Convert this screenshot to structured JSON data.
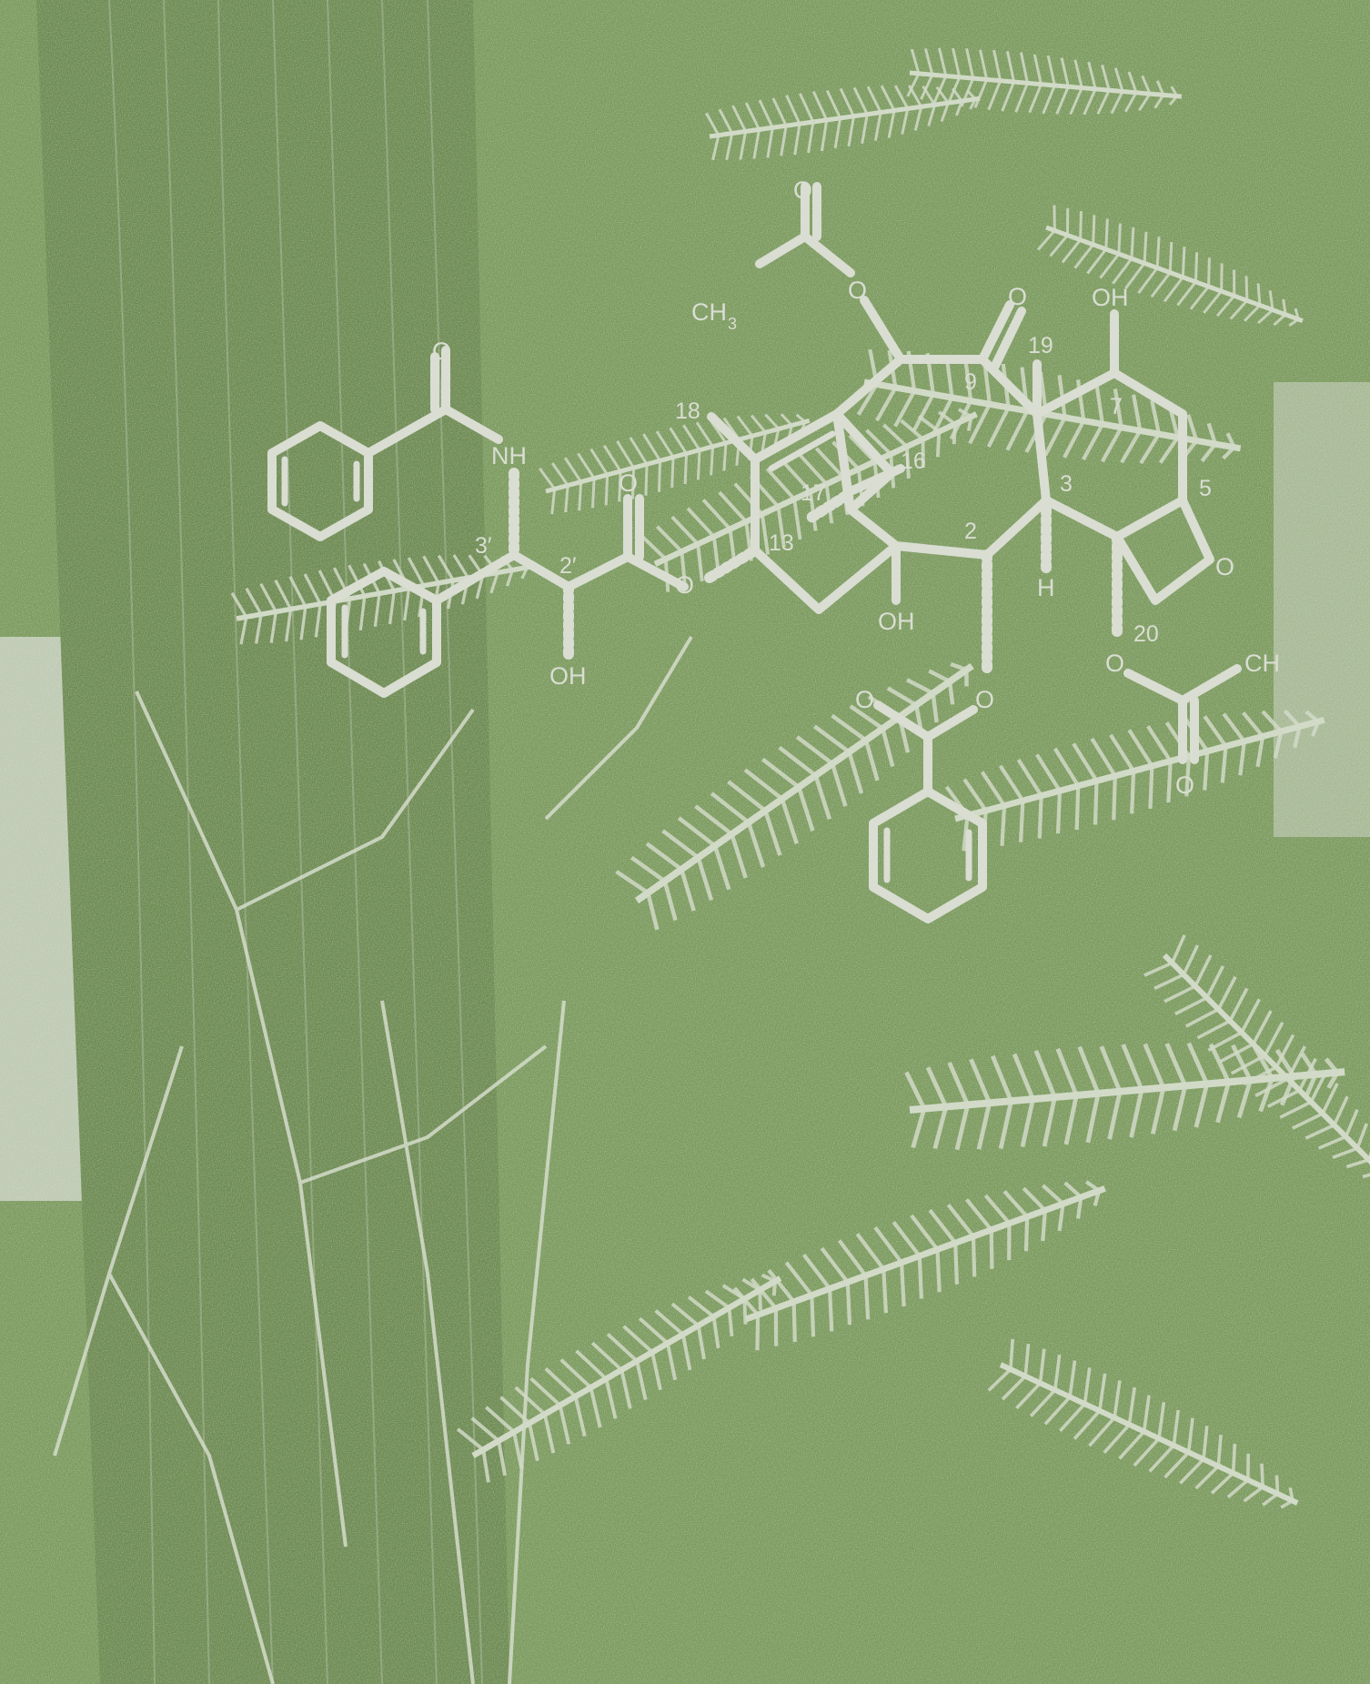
{
  "colors": {
    "background": "#7b9a5e",
    "foliage": "#cfd8c4",
    "structure": "#d9ddd2"
  },
  "atom_labels": {
    "o_acetyl_top": "O",
    "ch3_acetyl": "CH",
    "ch3_sub": "3",
    "o_acetyl_link": "O",
    "o_ketone_9": "O",
    "oh_7": "OH",
    "o_amide": "O",
    "nh": "NH",
    "o_ester_carbonyl": "O",
    "o_ester_link": "O",
    "oh_2prime": "OH",
    "oh_1": "OH",
    "h_3": "H",
    "o_oxetane": "O",
    "o_c4_link": "O",
    "ch3_c4_acetyl": "CH",
    "o_c4_carbonyl": "O",
    "o_benzoate_link": "O",
    "o_benzoate_carbonyl": "O"
  },
  "position_labels": {
    "n19": "19",
    "n9": "9",
    "n7": "7",
    "n18": "18",
    "n16": "16",
    "n17": "17",
    "n3": "3",
    "n5": "5",
    "n2": "2",
    "n13": "13",
    "n3prime": "3′",
    "n2prime": "2′",
    "n20": "20"
  }
}
